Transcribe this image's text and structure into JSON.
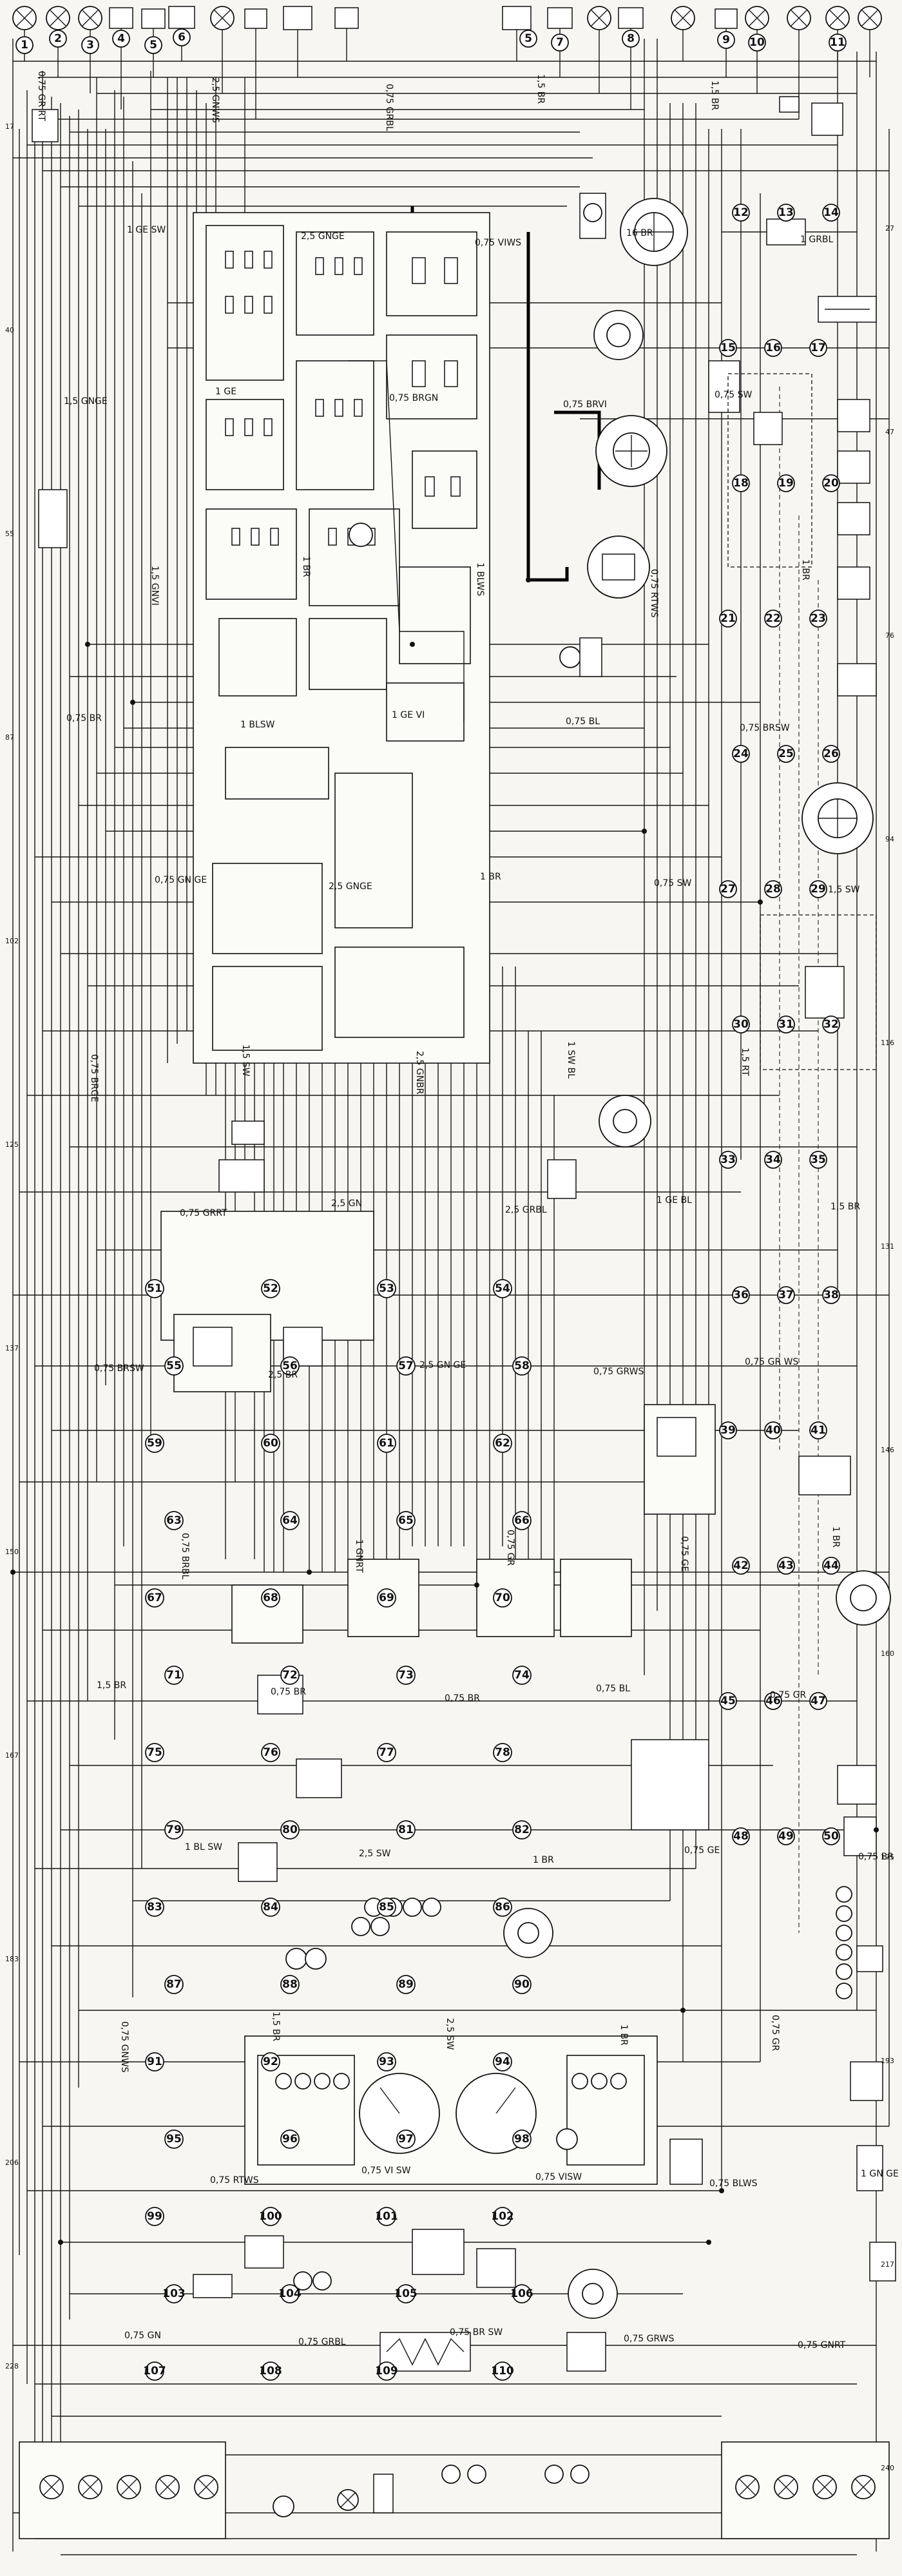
{
  "components": {
    "top": [
      "1",
      "2",
      "3",
      "4",
      "5",
      "6",
      "5",
      "7",
      "8",
      "9",
      "10",
      "11"
    ],
    "right": [
      "12",
      "13",
      "14",
      "15",
      "16",
      "17",
      "18",
      "19",
      "20",
      "21",
      "22",
      "23",
      "24",
      "25",
      "26",
      "27",
      "28",
      "29",
      "30",
      "31",
      "32",
      "33",
      "34",
      "35",
      "36",
      "37",
      "38",
      "39",
      "40",
      "41",
      "42",
      "43",
      "44",
      "45",
      "46",
      "47",
      "48",
      "49",
      "50"
    ],
    "left": [
      "51",
      "52",
      "53",
      "54",
      "55",
      "56",
      "57",
      "58",
      "59",
      "60",
      "61",
      "62",
      "63",
      "64",
      "65",
      "66",
      "67",
      "68",
      "69",
      "70",
      "71",
      "72",
      "73",
      "74",
      "75",
      "76",
      "77",
      "78",
      "79",
      "80",
      "81",
      "82",
      "83",
      "84",
      "85",
      "86",
      "87",
      "88",
      "89",
      "90",
      "91",
      "92",
      "93",
      "94",
      "95",
      "96",
      "97",
      "98",
      "99",
      "100",
      "101",
      "102",
      "103",
      "104",
      "105",
      "106",
      "107",
      "108",
      "109",
      "110"
    ]
  },
  "wire_labels": [
    "0,75 GR RT",
    "1 GE SW",
    "1 GE",
    "1 BR",
    "1 GE VI",
    "1 BR",
    "1 SW BL",
    "1 GE BL",
    "0,75 GR WS",
    "1 BR",
    "1,5 BR",
    "1 BL SW",
    "1,5 BR",
    "0,75 VI SW",
    "0,75 BR SW",
    "1,5 BR",
    "16 BR",
    "0,75 SW",
    "1 BR",
    "0,75 BR",
    "0,75 GN GE",
    "1,5 SW",
    "2,5 GN",
    "2,5 GN GE",
    "0,75 GR",
    "0,75 BL",
    "0,75 GE",
    "0,75 GR",
    "1 GN GE",
    "0,75 GN",
    "2,5 GNWS",
    "2,5 GNGE",
    "0,75 BRGN",
    "1 BLWS",
    "0,75 BL",
    "0,75 SW",
    "1,5 RT",
    "1,5 BR",
    "0,75 BRSW",
    "0,75 BRBL",
    "0,75 BR",
    "2,5 SW",
    "2,5 SW",
    "0,75 VISW",
    "0,75 GRWS",
    "1,5 BR",
    "1 GRBL",
    "1,5 GNGE",
    "1,5 GNVI",
    "1 BLSW",
    "2,5 GNGE",
    "2,5 GNBR",
    "2,5 GRBL",
    "0,75 GRWS",
    "0,75 GE",
    "0,75 GR",
    "0,75 BR",
    "0,75 GNWS",
    "0,75 RTWS",
    "0,75 GRBL",
    "0,75 GRBL",
    "0,75 VIWS",
    "0,75 BRVI",
    "0,75 RTWS",
    "0,75 BRSW",
    "1,5 SW",
    "0,75 BRGE",
    "0,75 GRRT",
    "2,5 BR",
    "1 GNRT",
    "0,75 BR",
    "1 BR",
    "1 BR",
    "0,75 BLWS",
    "0,75 GNRT"
  ],
  "section_numbers": [
    "17",
    "27",
    "40",
    "47",
    "55",
    "76",
    "87",
    "94",
    "102",
    "116",
    "125",
    "131",
    "137",
    "146",
    "150",
    "160",
    "167",
    "175",
    "183",
    "193",
    "206",
    "217",
    "228",
    "240"
  ]
}
